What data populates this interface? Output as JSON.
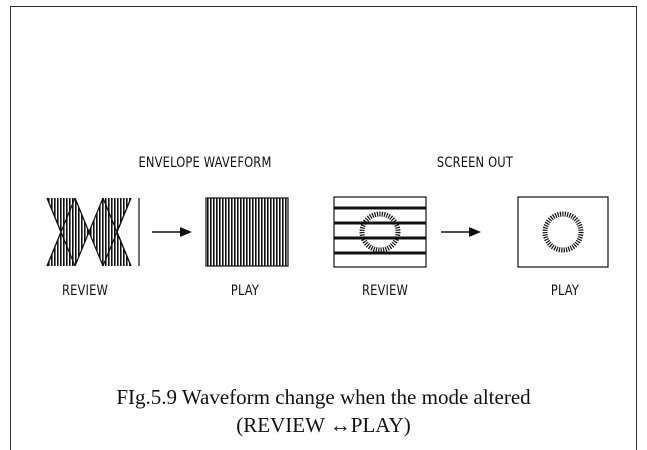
{
  "labels": {
    "envelope_waveform": "ENVELOPE WAVEFORM",
    "screen_out": "SCREEN OUT",
    "review_1": "REVIEW",
    "play_1": "PLAY",
    "review_2": "REVIEW",
    "play_2": "PLAY"
  },
  "caption": {
    "line1": "FIg.5.9 Waveform change when the mode altered",
    "line2": "(REVIEW ↔PLAY)"
  }
}
